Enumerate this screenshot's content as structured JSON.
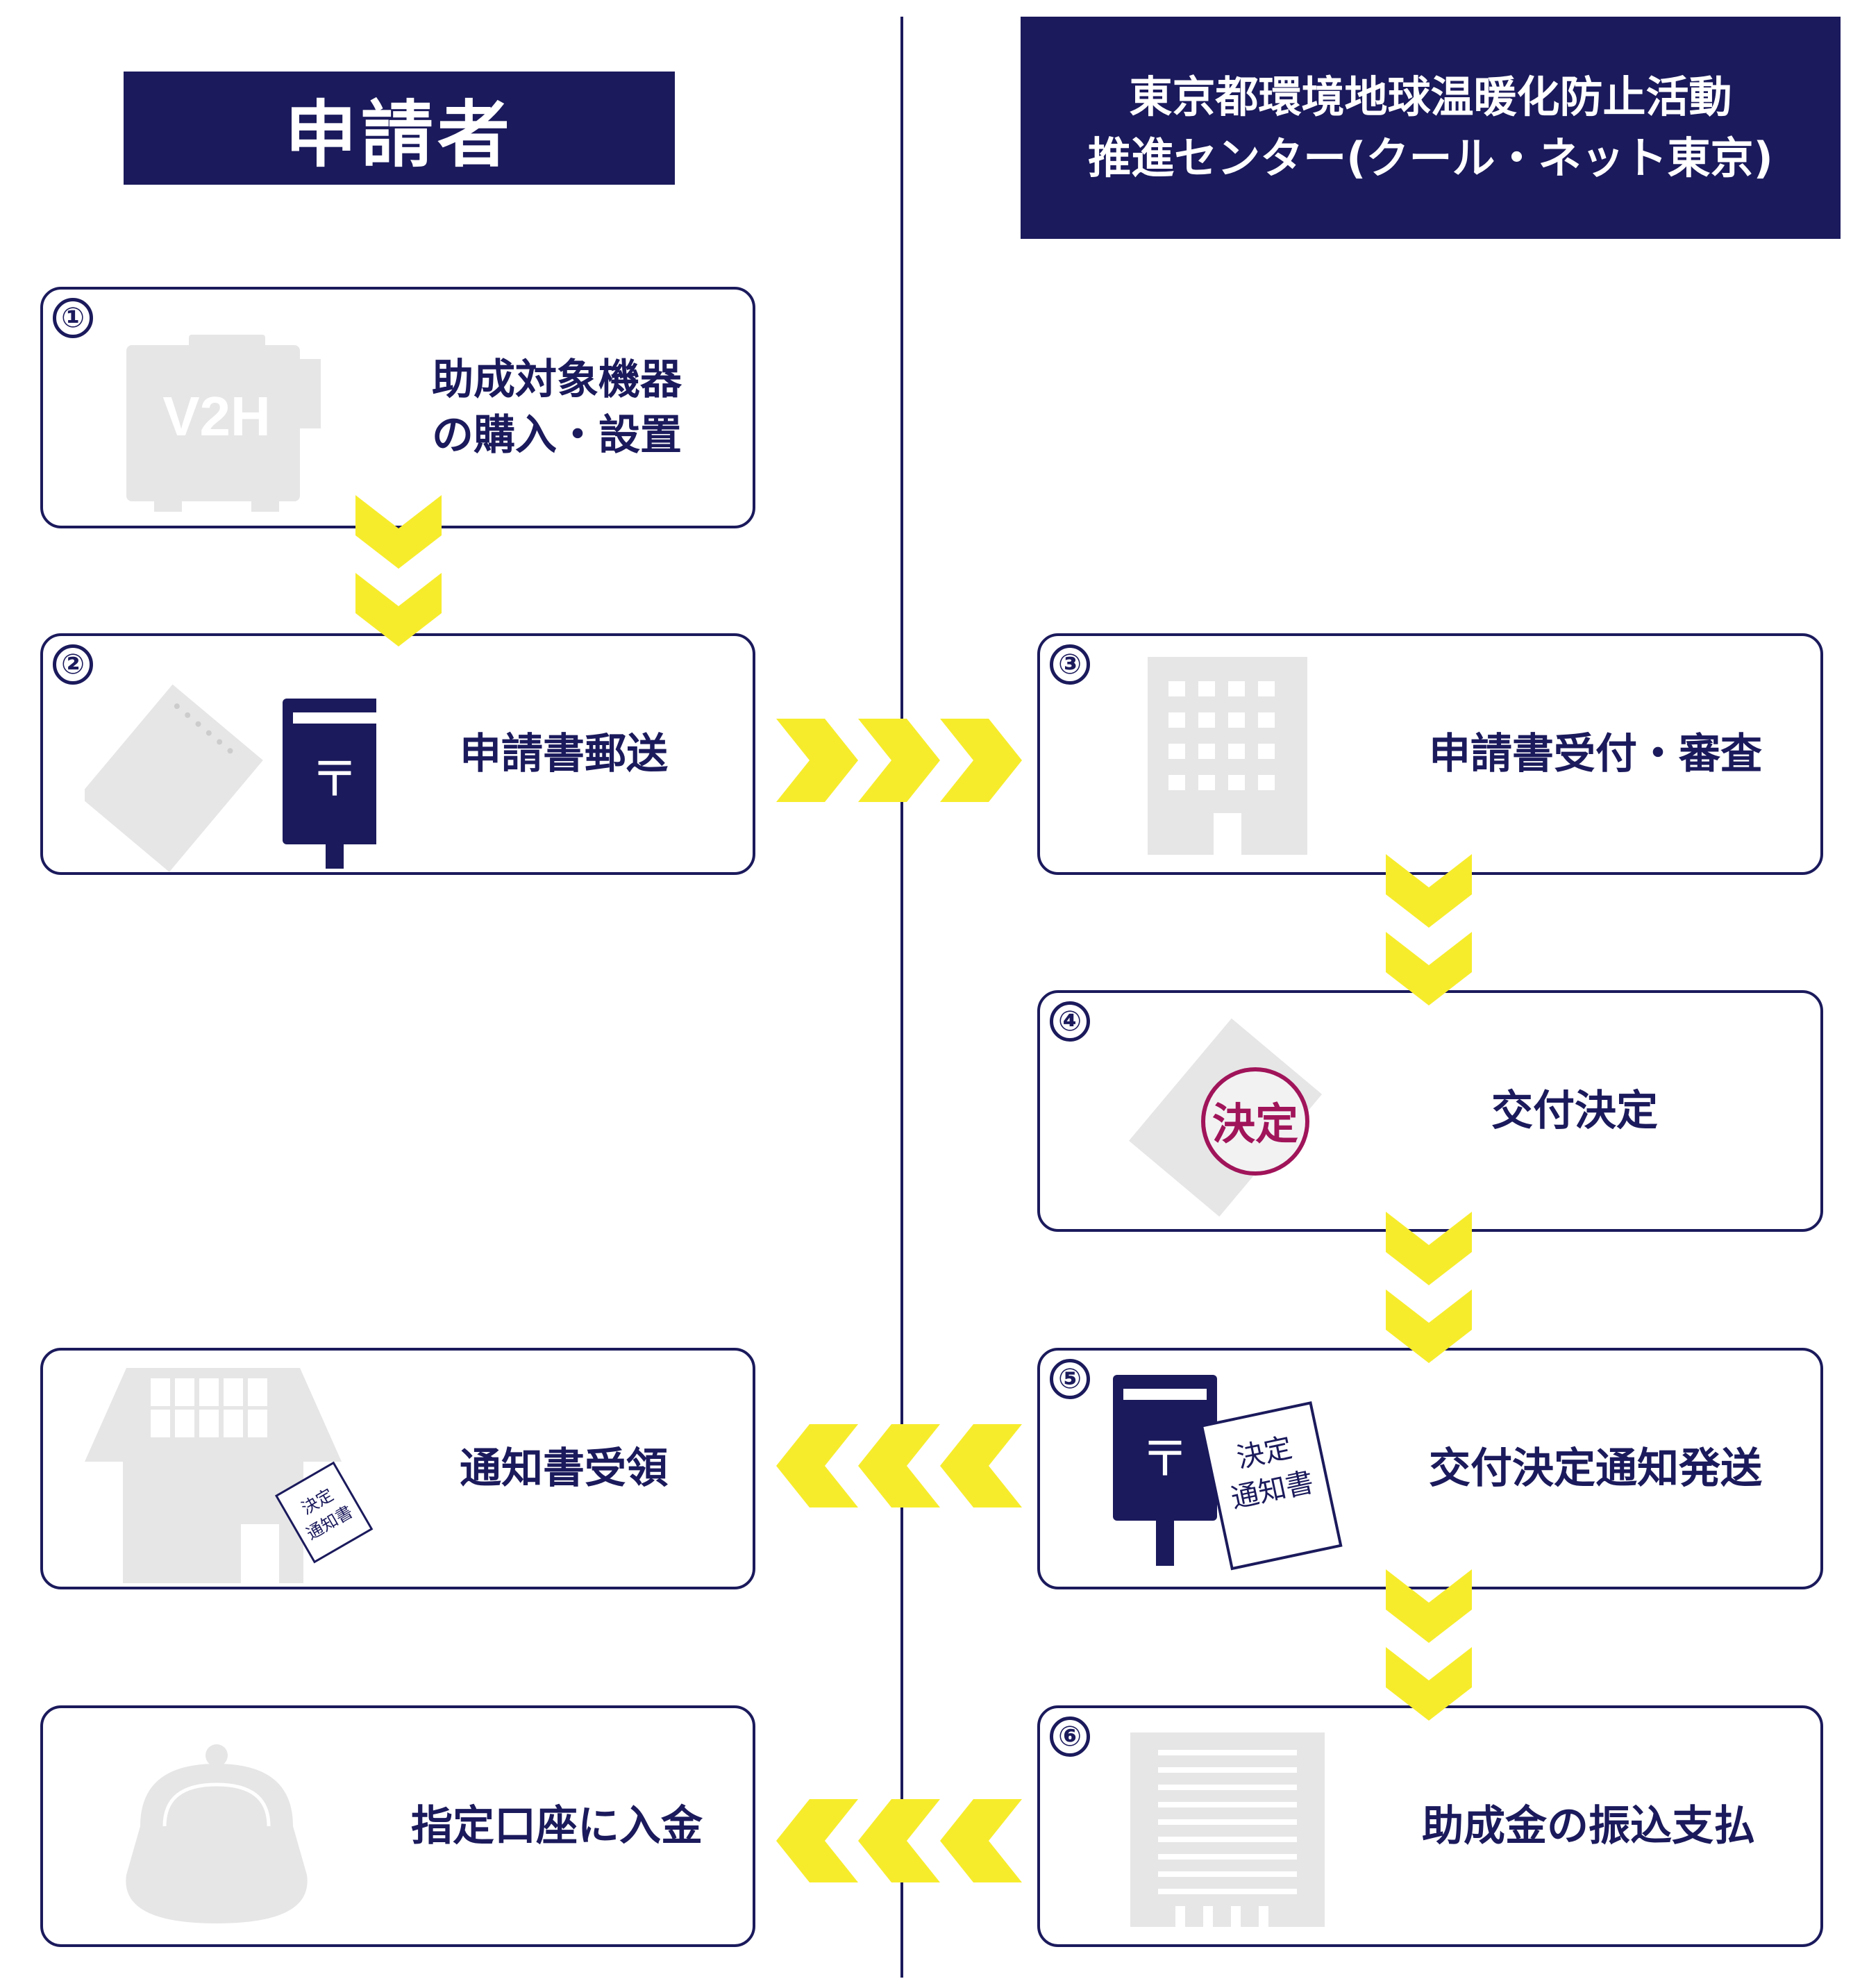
{
  "headers": {
    "applicant": "申請者",
    "center_line1": "東京都環境地球温暖化防止活動",
    "center_line2": "推進センター(クール・ネット東京)"
  },
  "steps": [
    {
      "num": "①",
      "label_line1": "助成対象機器",
      "label_line2": "の購入・設置",
      "icon": "v2h-charger-icon",
      "icon_text": "V2H"
    },
    {
      "num": "②",
      "label_line1": "申請書郵送",
      "icon": "mailbox-icon",
      "postal_mark": "〒"
    },
    {
      "num": "③",
      "label_line1": "申請書受付・審査",
      "icon": "office-building-icon"
    },
    {
      "num": "④",
      "label_line1": "交付決定",
      "icon": "approval-stamp-icon",
      "stamp_text": "決定"
    },
    {
      "num": "⑤",
      "label_line1": "交付決定通知発送",
      "icon": "mailbox-with-notice-icon",
      "postal_mark": "〒",
      "notice_line1": "決定",
      "notice_line2": "通知書"
    },
    {
      "num": "⑥",
      "label_line1": "助成金の振込支払",
      "icon": "bank-building-icon"
    },
    {
      "label_line1": "通知書受領",
      "icon": "house-with-notice-icon",
      "notice_line1": "決定",
      "notice_line2": "通知書"
    },
    {
      "label_line1": "指定口座に入金",
      "icon": "coin-purse-icon"
    }
  ],
  "colors": {
    "navy": "#1b1a5c",
    "arrow_yellow": "#f7ec2c",
    "icon_gray": "#e6e6e6",
    "stamp": "#a0145a"
  }
}
